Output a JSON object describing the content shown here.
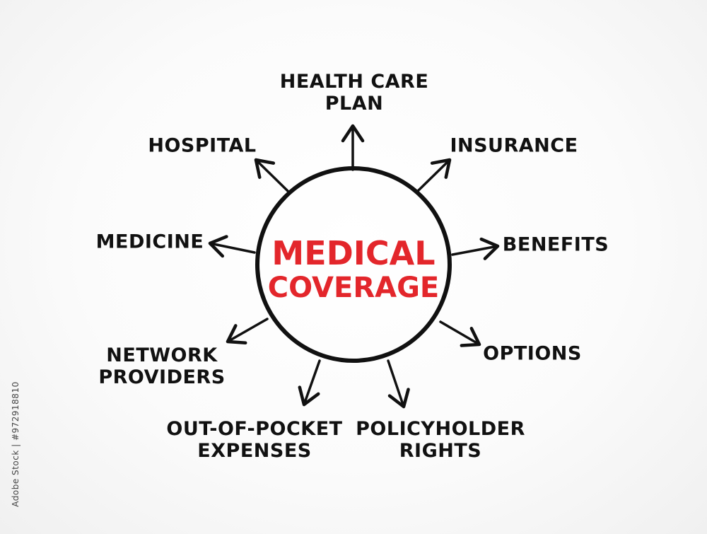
{
  "center": {
    "line1": "MEDICAL",
    "line2": "COVERAGE",
    "color": "#e3262b"
  },
  "ink_color": "#111111",
  "nodes": [
    {
      "id": "health-care-plan",
      "lines": [
        "HEALTH CARE",
        "PLAN"
      ]
    },
    {
      "id": "insurance",
      "lines": [
        "INSURANCE"
      ]
    },
    {
      "id": "benefits",
      "lines": [
        "BENEFITS"
      ]
    },
    {
      "id": "options",
      "lines": [
        "OPTIONS"
      ]
    },
    {
      "id": "policyholder-rights",
      "lines": [
        "POLICYHOLDER",
        "RIGHTS"
      ]
    },
    {
      "id": "out-of-pocket-expenses",
      "lines": [
        "OUT-OF-POCKET",
        "EXPENSES"
      ]
    },
    {
      "id": "network-providers",
      "lines": [
        "NETWORK",
        "PROVIDERS"
      ]
    },
    {
      "id": "medicine",
      "lines": [
        "MEDICINE"
      ]
    },
    {
      "id": "hospital",
      "lines": [
        "HOSPITAL"
      ]
    }
  ],
  "watermark": "Adobe Stock | #972918810"
}
